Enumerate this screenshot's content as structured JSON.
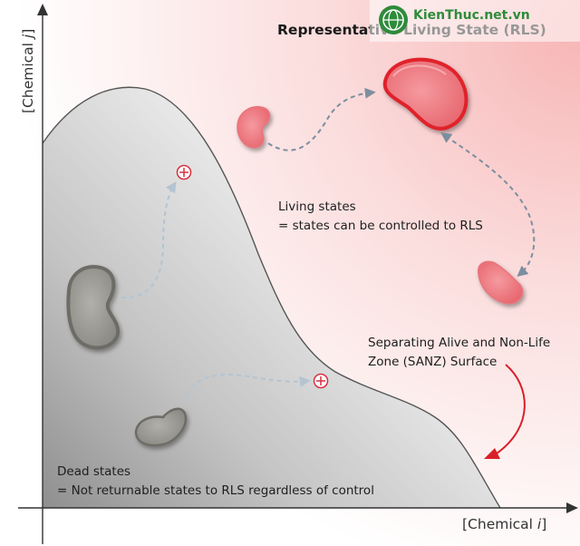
{
  "title": "Representative Living State (RLS)",
  "axes": {
    "y_prefix": "[Chemical ",
    "y_var": "j",
    "y_suffix": "]",
    "x_prefix": "[Chemical ",
    "x_var": "i",
    "x_suffix": "]"
  },
  "labels": {
    "living_line1": "Living states",
    "living_line2": "= states can be controlled to RLS",
    "sanz_line1": "Separating Alive and Non-Life",
    "sanz_line2": "Zone (SANZ) Surface",
    "dead_line1": "Dead states",
    "dead_line2": "= Not returnable states to RLS regardless of control"
  },
  "watermark": {
    "text": "KienThuc.net.vn",
    "icon": "globe-logo-icon"
  },
  "colors": {
    "rls_cell": "#e8323c",
    "live_cell": "#ef8088",
    "dead_cell": "#9a9890",
    "arrow_dashed": "#7c8fa0",
    "sanz_arrow": "#d8202a",
    "inhibit_mark": "#d83040",
    "surface_line": "#555555"
  }
}
